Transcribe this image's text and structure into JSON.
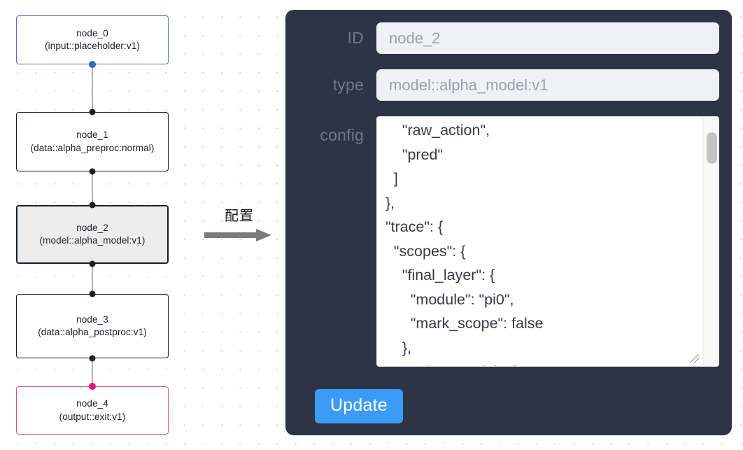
{
  "canvas": {
    "grid": "dot-grid",
    "grid_color": "#c9cdd4",
    "background": "#ffffff",
    "nodes": [
      {
        "id": "node_0",
        "title": "node_0",
        "subtitle": "(input::placeholder:v1)",
        "accent": "#4a74c9",
        "state": "normal"
      },
      {
        "id": "node_1",
        "title": "node_1",
        "subtitle": "(data::alpha_preproc:normal)",
        "accent": "#111827",
        "state": "normal"
      },
      {
        "id": "node_2",
        "title": "node_2",
        "subtitle": "(model::alpha_model:v1)",
        "accent": "#16202e",
        "state": "selected"
      },
      {
        "id": "node_3",
        "title": "node_3",
        "subtitle": "(data::alpha_postproc:v1)",
        "accent": "#111827",
        "state": "normal"
      },
      {
        "id": "node_4",
        "title": "node_4",
        "subtitle": "(output::exit:v1)",
        "accent": "#e4488f",
        "state": "normal"
      }
    ],
    "edge_color": "#b1b1b7"
  },
  "arrow": {
    "caption": "配置",
    "color": "#787b80"
  },
  "inspector": {
    "background": "#2d3446",
    "fields": {
      "id": {
        "label": "ID",
        "value": "node_2",
        "placeholder": "node_2"
      },
      "type": {
        "label": "type",
        "value": "model::alpha_model:v1",
        "placeholder": "model::alpha_model:v1"
      },
      "config": {
        "label": "config",
        "value": "      \"raw_action\",\n      \"pred\"\n    ]\n  },\n  \"trace\": {\n    \"scopes\": {\n      \"final_layer\": {\n        \"module\": \"pi0\",\n        \"mark_scope\": false\n      },\n      \"action_model\": {"
      }
    },
    "update_button": {
      "label": "Update",
      "color": "#3c9bf7"
    }
  }
}
